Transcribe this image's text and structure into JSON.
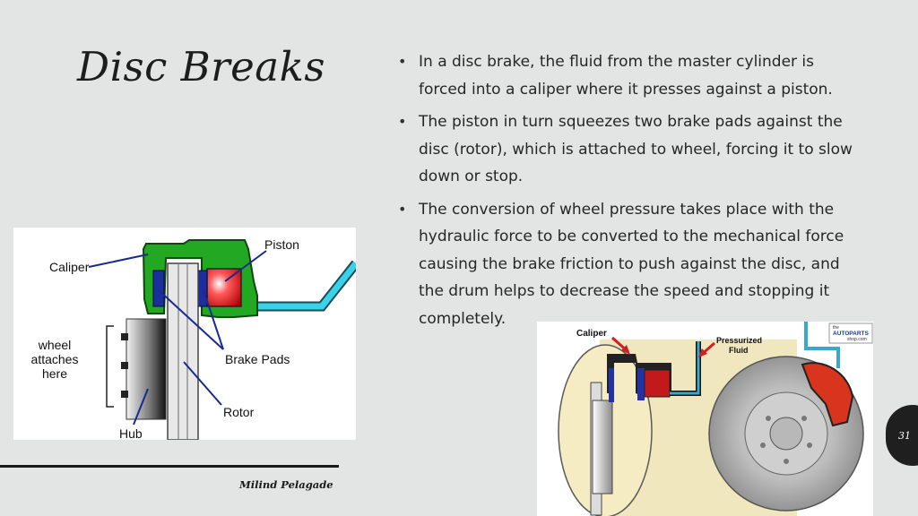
{
  "slide": {
    "title": "Disc Breaks",
    "bullets": [
      "In a disc brake, the fluid from the master cylinder is forced into a caliper where it presses against a piston.",
      "The piston in turn squeezes two brake pads against the disc (rotor), which is attached to wheel, forcing it to slow down or stop.",
      "The conversion of wheel pressure takes place with the hydraulic force to be converted to the mechanical force causing the brake friction to push against the disc, and the drum helps to decrease the speed and stopping it completely."
    ],
    "bullet_symbol": "•",
    "author": "Milind Pelagade",
    "page_number": "31"
  },
  "figure_left": {
    "labels": {
      "caliper": "Caliper",
      "piston": "Piston",
      "wheel_line1": "wheel",
      "wheel_line2": "attaches",
      "wheel_line3": "here",
      "brake_pads": "Brake Pads",
      "rotor": "Rotor",
      "hub": "Hub"
    },
    "colors": {
      "caliper": "#1f9e1f",
      "piston": "#d81e1e",
      "pads": "#1a2e9e",
      "fluid_line": "#38d3e6",
      "leader": "#1a2a8c"
    }
  },
  "figure_right": {
    "labels": {
      "caliper": "Caliper",
      "pressurized_line1": "Pressurized",
      "pressurized_line2": "Fluid",
      "logo_line1": "the",
      "logo_line2": "AUTOPARTS",
      "logo_line3": "shop.com"
    },
    "colors": {
      "background_ellipse": "#f6ecc4",
      "arrow": "#d11e1e",
      "fluid_line": "#3aa9c9",
      "caliper_red": "#d8341e"
    }
  }
}
